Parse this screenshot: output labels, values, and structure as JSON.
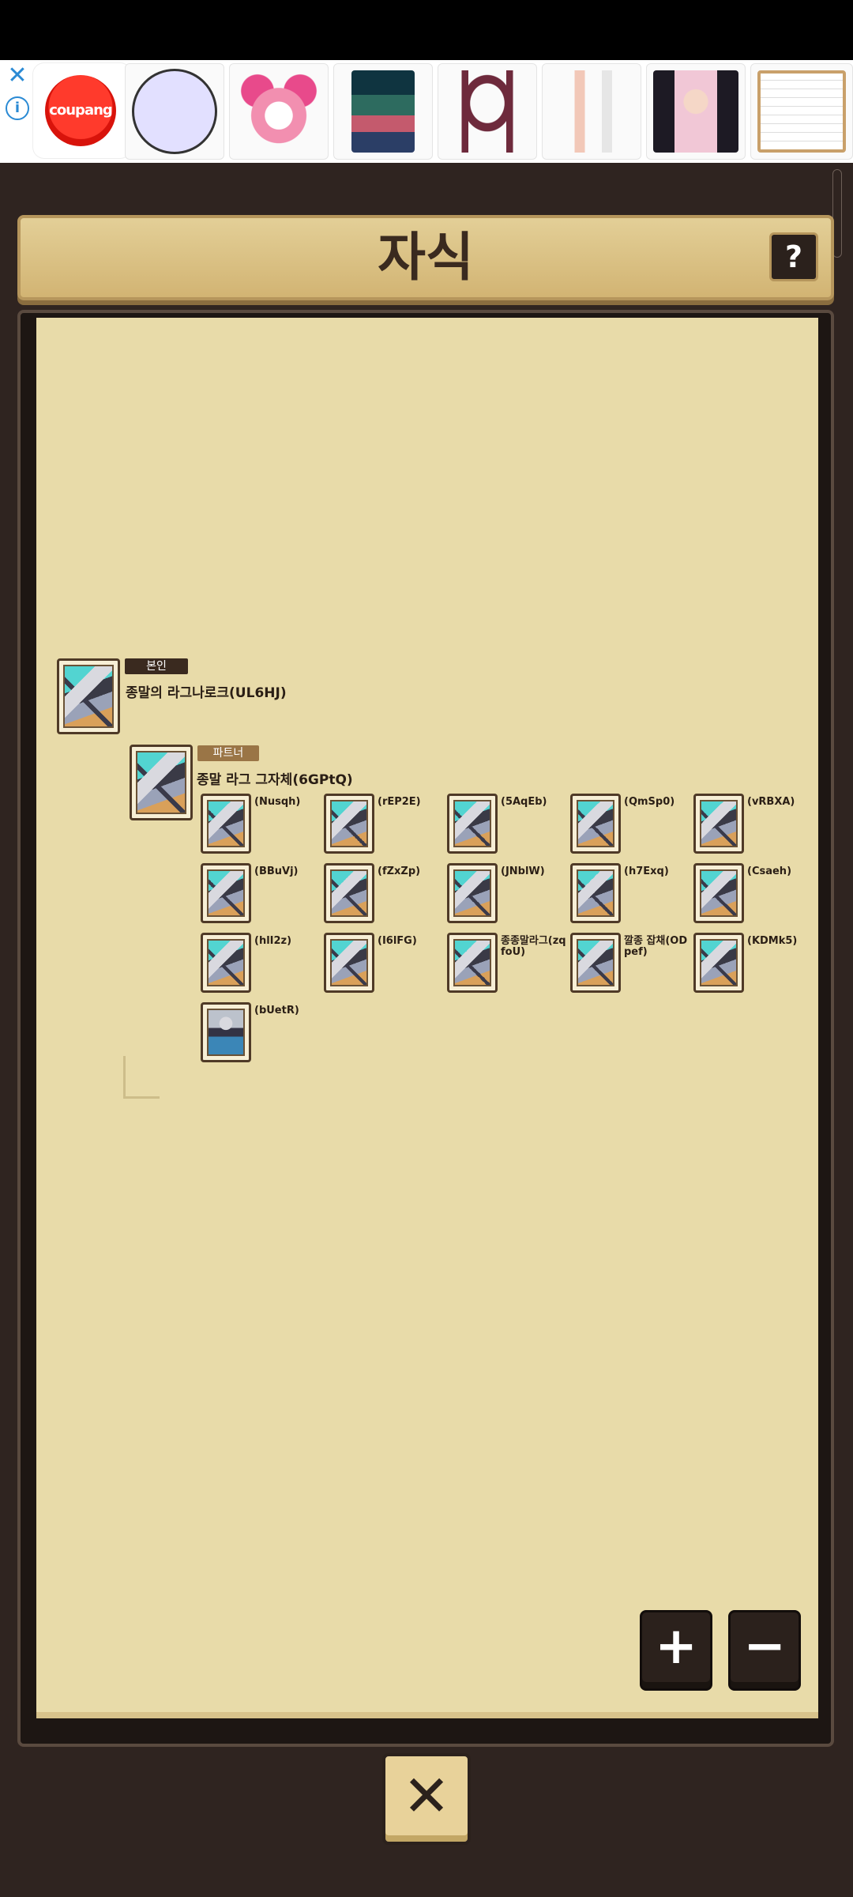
{
  "ad": {
    "coupang_logo": "coupang",
    "close_glyph": "✕",
    "info_glyph": "i"
  },
  "panel": {
    "title": "자식",
    "help_label": "?"
  },
  "self": {
    "tag": "본인",
    "name": "종말의 라그나로크(UL6HJ)"
  },
  "partner": {
    "tag": "파트너",
    "name": "종말 라그 그자체(6GPtQ)"
  },
  "children": [
    {
      "name": "(Nusqh)"
    },
    {
      "name": "(rEP2E)"
    },
    {
      "name": "(5AqEb)"
    },
    {
      "name": "(QmSp0)"
    },
    {
      "name": "(vRBXA)"
    },
    {
      "name": "(BBuVj)"
    },
    {
      "name": "(fZxZp)"
    },
    {
      "name": "(JNblW)"
    },
    {
      "name": "(h7Exq)"
    },
    {
      "name": "(Csaeh)"
    },
    {
      "name": "(hlI2z)"
    },
    {
      "name": "(I6lFG)"
    },
    {
      "name": "종종말라그(zqfoU)"
    },
    {
      "name": "깔종 잡채(ODpef)"
    },
    {
      "name": "(KDMk5)"
    },
    {
      "name": "(bUetR)"
    }
  ],
  "controls": {
    "zoom_in": "+",
    "zoom_out": "−",
    "close": "✕"
  }
}
